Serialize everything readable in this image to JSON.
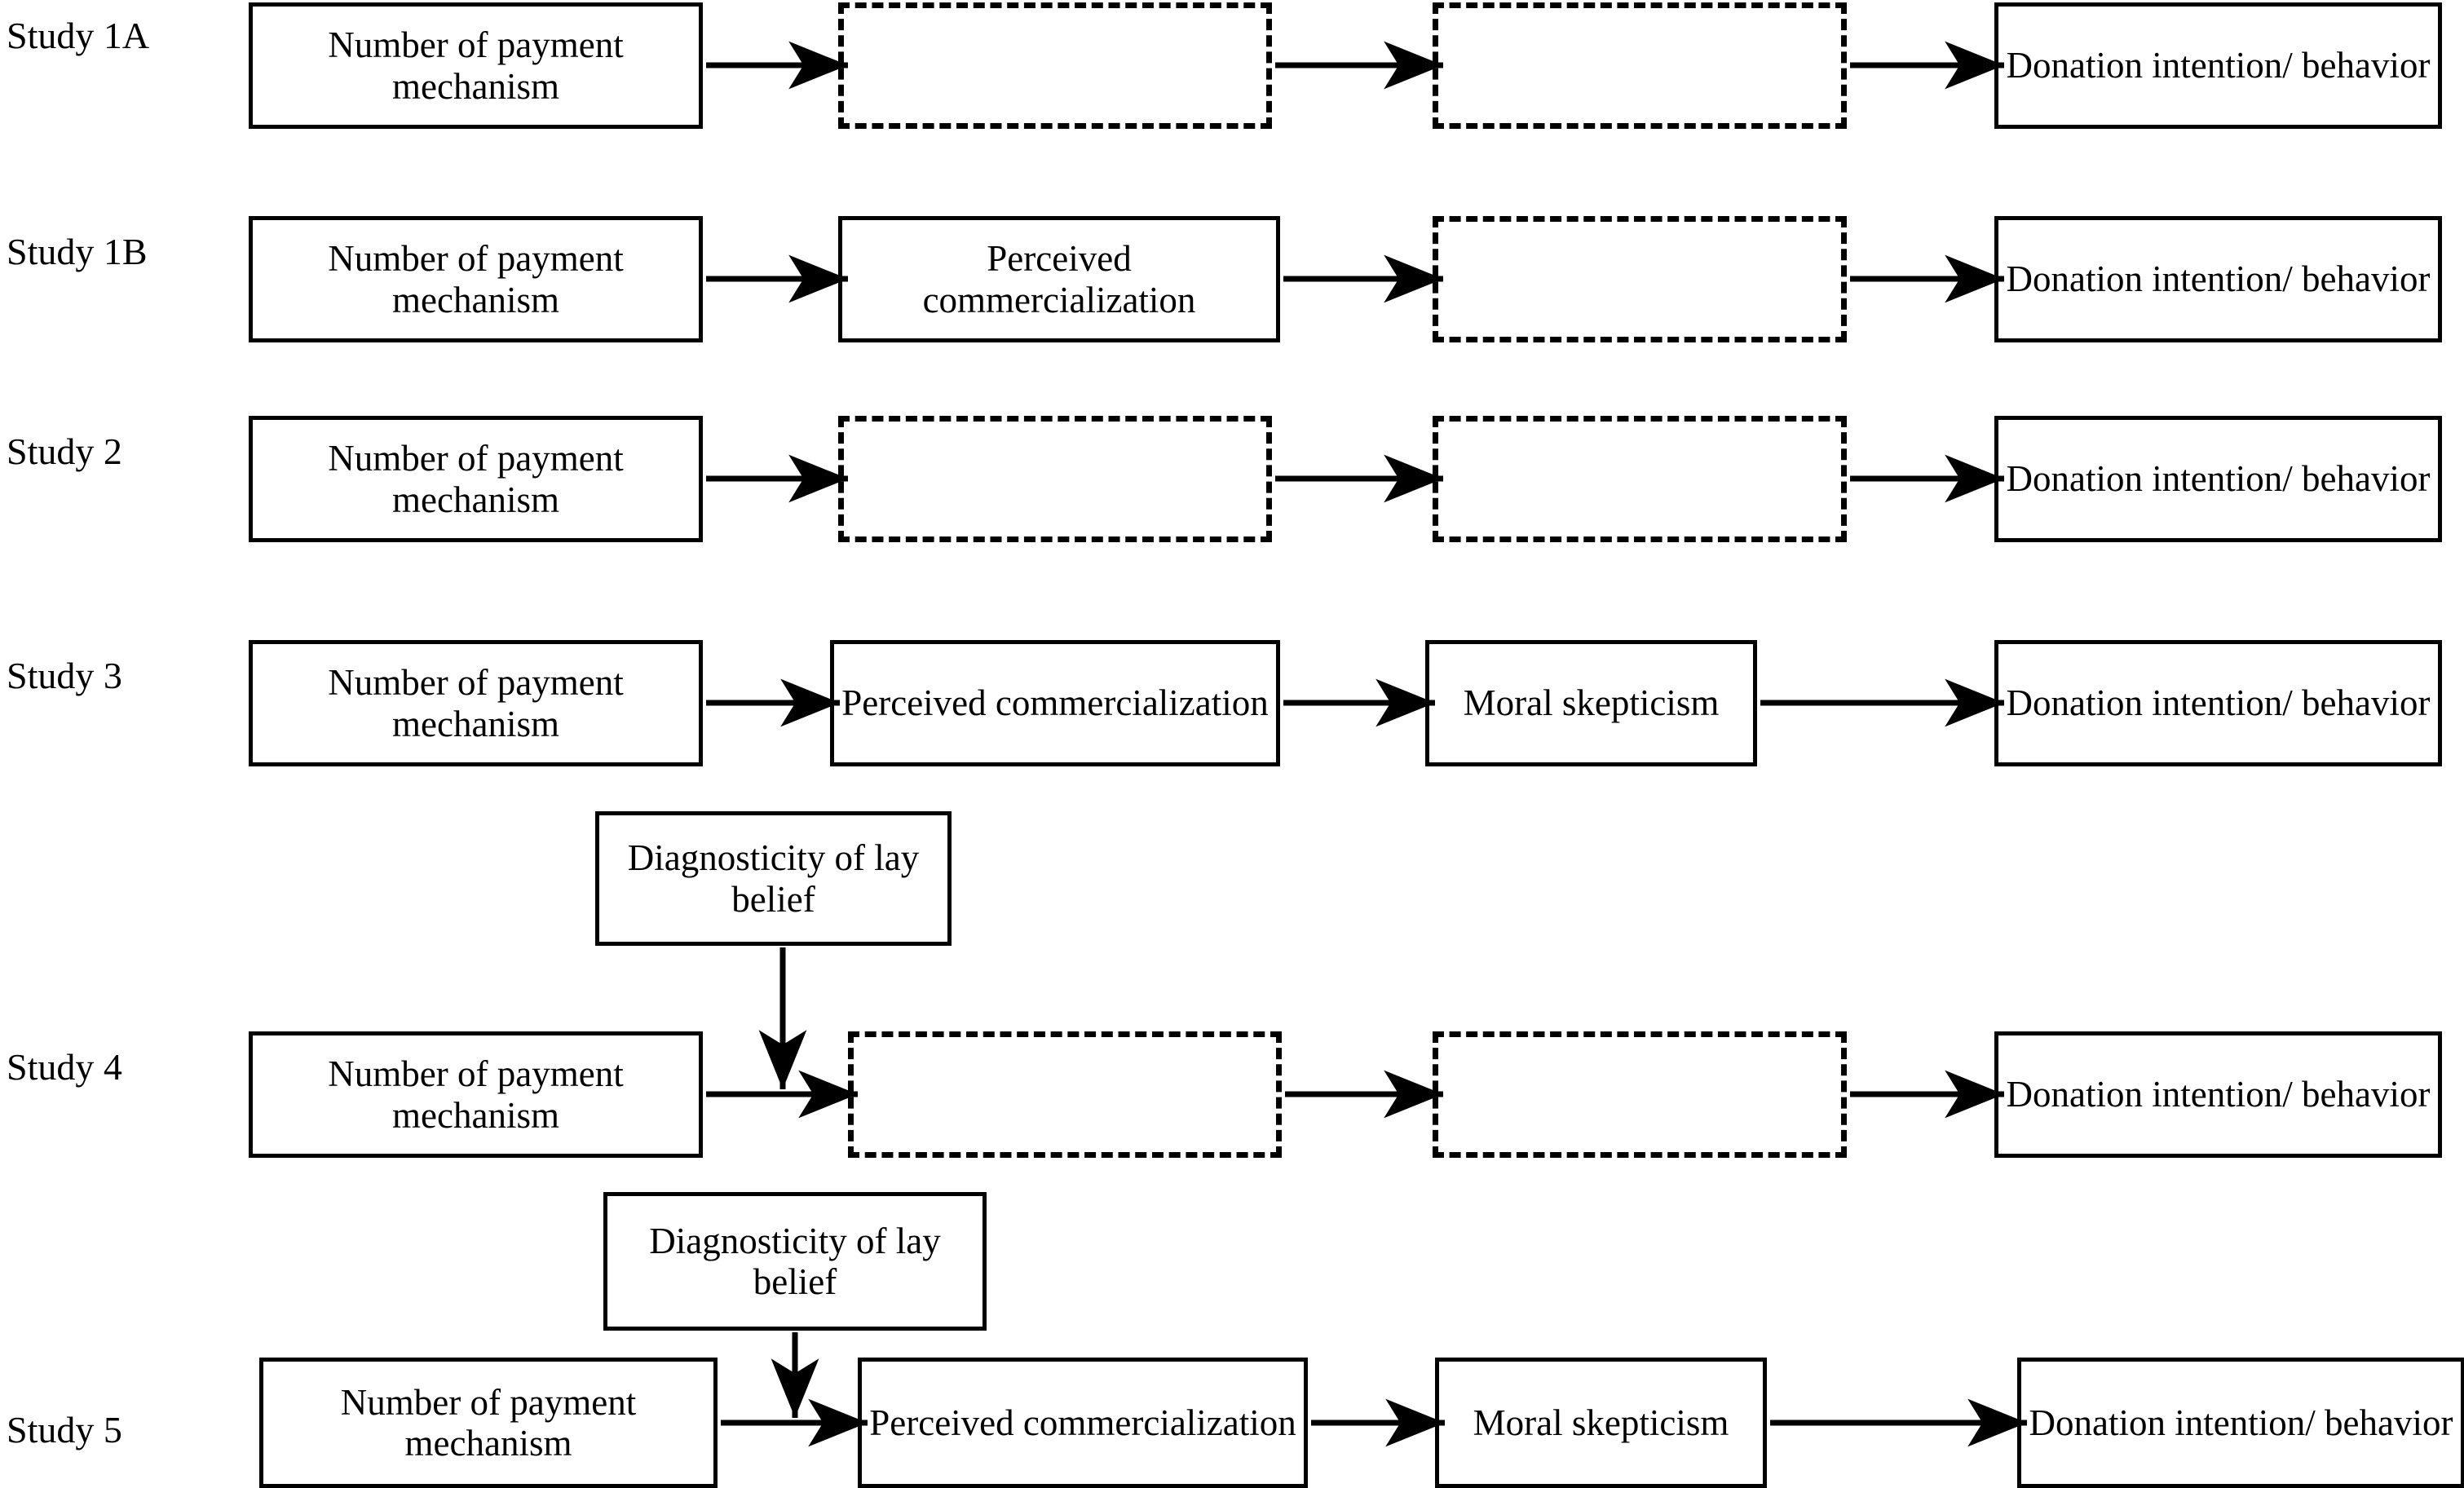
{
  "figure": {
    "type": "diagram",
    "description": "Conceptual model boxes-and-arrows chart, one row per study",
    "ink_color": "#000000",
    "background": "#ffffff"
  },
  "labels": {
    "number_of_payment_mechanism": "Number of payment mechanism",
    "perceived_commercialization": "Perceived commercialization",
    "moral_skepticism": "Moral skepticism",
    "donation_intention_behavior": "Donation intention/ behavior",
    "diagnosticity_of_lay_belief": "Diagnosticity of lay belief",
    "empty": ""
  },
  "rows": [
    {
      "id": "study-1a",
      "study_label": "Study 1A",
      "moderator": null,
      "nodes": [
        {
          "name": "number-of-payment-mechanism",
          "text": "Number of payment mechanism",
          "style": "solid"
        },
        {
          "name": "mediator-1-blank",
          "text": "",
          "style": "dashed"
        },
        {
          "name": "mediator-2-blank",
          "text": "",
          "style": "dashed"
        },
        {
          "name": "donation-intention-behavior",
          "text": "Donation intention/ behavior",
          "style": "solid"
        }
      ]
    },
    {
      "id": "study-1b",
      "study_label": "Study 1B",
      "moderator": null,
      "nodes": [
        {
          "name": "number-of-payment-mechanism",
          "text": "Number of payment mechanism",
          "style": "solid"
        },
        {
          "name": "perceived-commercialization",
          "text": "Perceived commercialization",
          "style": "solid"
        },
        {
          "name": "mediator-2-blank",
          "text": "",
          "style": "dashed"
        },
        {
          "name": "donation-intention-behavior",
          "text": "Donation intention/ behavior",
          "style": "solid"
        }
      ]
    },
    {
      "id": "study-2",
      "study_label": "Study 2",
      "moderator": null,
      "nodes": [
        {
          "name": "number-of-payment-mechanism",
          "text": "Number of payment mechanism",
          "style": "solid"
        },
        {
          "name": "mediator-1-blank",
          "text": "",
          "style": "dashed"
        },
        {
          "name": "mediator-2-blank",
          "text": "",
          "style": "dashed"
        },
        {
          "name": "donation-intention-behavior",
          "text": "Donation intention/ behavior",
          "style": "solid"
        }
      ]
    },
    {
      "id": "study-3",
      "study_label": "Study 3",
      "moderator": null,
      "nodes": [
        {
          "name": "number-of-payment-mechanism",
          "text": "Number of payment mechanism",
          "style": "solid"
        },
        {
          "name": "perceived-commercialization",
          "text": "Perceived commercialization",
          "style": "solid"
        },
        {
          "name": "moral-skepticism",
          "text": "Moral skepticism",
          "style": "solid"
        },
        {
          "name": "donation-intention-behavior",
          "text": "Donation intention/ behavior",
          "style": "solid"
        }
      ]
    },
    {
      "id": "study-4",
      "study_label": "Study 4",
      "moderator": {
        "name": "diagnosticity-of-lay-belief",
        "text": "Diagnosticity of lay belief",
        "style": "solid"
      },
      "nodes": [
        {
          "name": "number-of-payment-mechanism",
          "text": "Number of payment mechanism",
          "style": "solid"
        },
        {
          "name": "mediator-1-blank",
          "text": "",
          "style": "dashed"
        },
        {
          "name": "mediator-2-blank",
          "text": "",
          "style": "dashed"
        },
        {
          "name": "donation-intention-behavior",
          "text": "Donation intention/ behavior",
          "style": "solid"
        }
      ]
    },
    {
      "id": "study-5",
      "study_label": "Study 5",
      "moderator": {
        "name": "diagnosticity-of-lay-belief",
        "text": "Diagnosticity of lay belief",
        "style": "solid"
      },
      "nodes": [
        {
          "name": "number-of-payment-mechanism",
          "text": "Number of payment mechanism",
          "style": "solid"
        },
        {
          "name": "perceived-commercialization",
          "text": "Perceived commercialization",
          "style": "solid"
        },
        {
          "name": "moral-skepticism",
          "text": "Moral skepticism",
          "style": "solid"
        },
        {
          "name": "donation-intention-behavior",
          "text": "Donation intention/ behavior",
          "style": "solid"
        }
      ]
    }
  ]
}
